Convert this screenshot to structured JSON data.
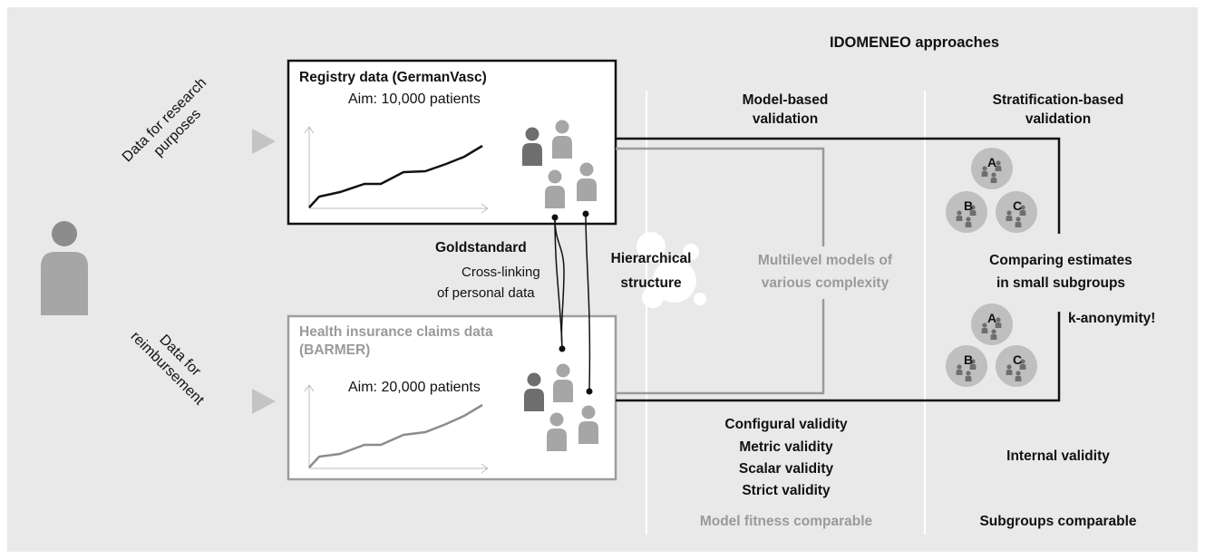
{
  "header": {
    "title": "IDOMENEO approaches"
  },
  "left": {
    "research_label_line1": "Data for research",
    "research_label_line2": "purposes",
    "reimbursement_label_line1": "Data for",
    "reimbursement_label_line2": "reimbursement"
  },
  "registry": {
    "title": "Registry data (GermanVasc)",
    "aim": "Aim: 10,000 patients"
  },
  "claims": {
    "title_line1": "Health insurance claims data",
    "title_line2": "(BARMER)",
    "aim": "Aim: 20,000 patients"
  },
  "linking": {
    "title": "Goldstandard",
    "desc_line1": "Cross-linking",
    "desc_line2": "of personal data"
  },
  "hierarchical": {
    "line1": "Hierarchical",
    "line2": "structure"
  },
  "model_based": {
    "title_line1": "Model-based",
    "title_line2": "validation",
    "multilevel_line1": "Multilevel models of",
    "multilevel_line2": "various complexity",
    "validities": [
      "Configural validity",
      "Metric validity",
      "Scalar validity",
      "Strict validity"
    ],
    "fitness": "Model fitness comparable"
  },
  "stratification": {
    "title_line1": "Stratification-based",
    "title_line2": "validation",
    "groups": [
      "A",
      "B",
      "C"
    ],
    "comparing_line1": "Comparing estimates",
    "comparing_line2": "in small subgroups",
    "k_anonymity": "k-anonymity!",
    "internal": "Internal validity",
    "subgroups": "Subgroups comparable"
  },
  "colors": {
    "panel_bg": "#e9e9e9",
    "dark_person": "#6e6e6e",
    "light_person": "#a6a6a6",
    "grey_text": "#9a9a9a",
    "black_line": "#111111"
  }
}
